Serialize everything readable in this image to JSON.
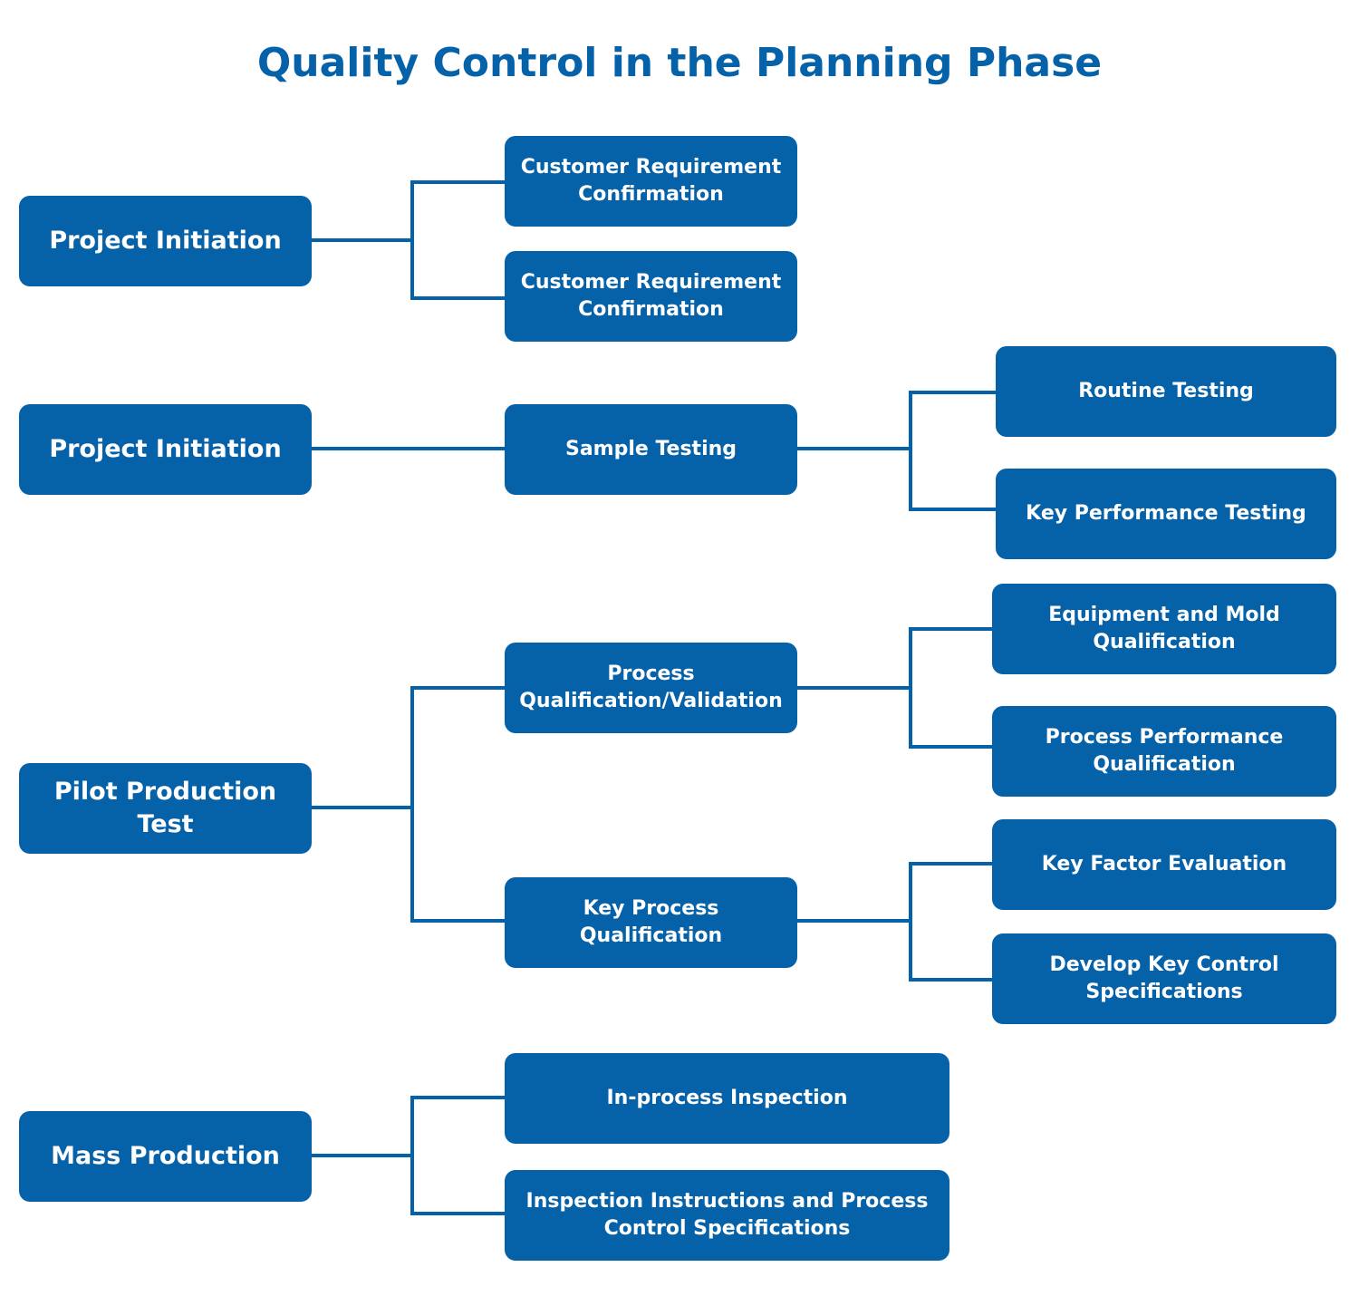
{
  "title": "Quality Control in the Planning Phase",
  "colors": {
    "box": "#0561a8",
    "line": "#0561a8",
    "text": "#ffffff",
    "title": "#0561a8"
  },
  "phases": [
    {
      "label": "Project Initiation",
      "children": [
        {
          "label": "Customer Requirement Confirmation"
        },
        {
          "label": "Customer Requirement Confirmation"
        }
      ]
    },
    {
      "label": "Project Initiation",
      "children": [
        {
          "label": "Sample Testing",
          "children": [
            {
              "label": "Routine Testing"
            },
            {
              "label": "Key Performance Testing"
            }
          ]
        }
      ]
    },
    {
      "label": "Pilot Production Test",
      "children": [
        {
          "label": "Process Qualification/Validation",
          "children": [
            {
              "label": "Equipment and Mold Qualification"
            },
            {
              "label": "Process Performance Qualification"
            }
          ]
        },
        {
          "label": "Key Process Qualification",
          "children": [
            {
              "label": "Key Factor Evaluation"
            },
            {
              "label": "Develop Key Control Specifications"
            }
          ]
        }
      ]
    },
    {
      "label": "Mass Production",
      "children": [
        {
          "label": "In-process Inspection"
        },
        {
          "label": "Inspection Instructions and Process Control Specifications"
        }
      ]
    }
  ]
}
